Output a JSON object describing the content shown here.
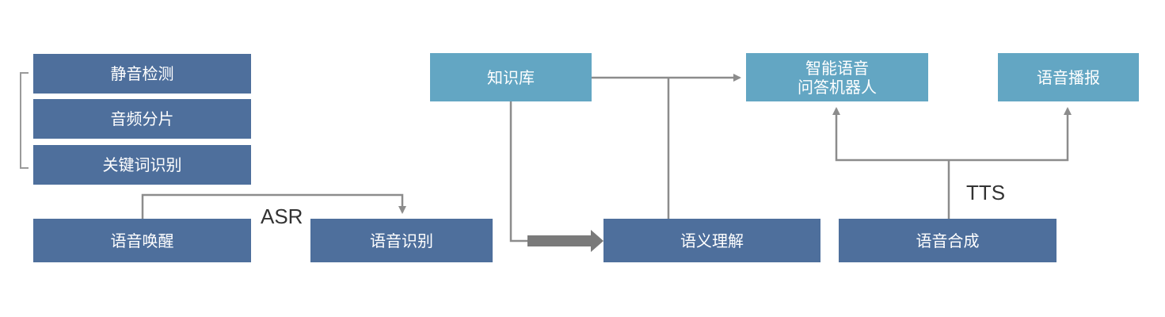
{
  "nodes": {
    "silence_detection": "静音检测",
    "audio_slicing": "音频分片",
    "keyword_recognition": "关键词识别",
    "voice_wakeup": "语音唤醒",
    "speech_recognition": "语音识别",
    "knowledge_base": "知识库",
    "semantic_understanding": "语义理解",
    "qa_robot_line1": "智能语音",
    "qa_robot_line2": "问答机器人",
    "speech_synthesis": "语音合成",
    "voice_broadcast": "语音播报"
  },
  "labels": {
    "asr": "ASR",
    "tts": "TTS"
  },
  "colors": {
    "dark_box": "#4e6f9c",
    "light_box": "#63a6c3",
    "connector": "#8c8c8c",
    "bracket": "#9a9a9a"
  }
}
